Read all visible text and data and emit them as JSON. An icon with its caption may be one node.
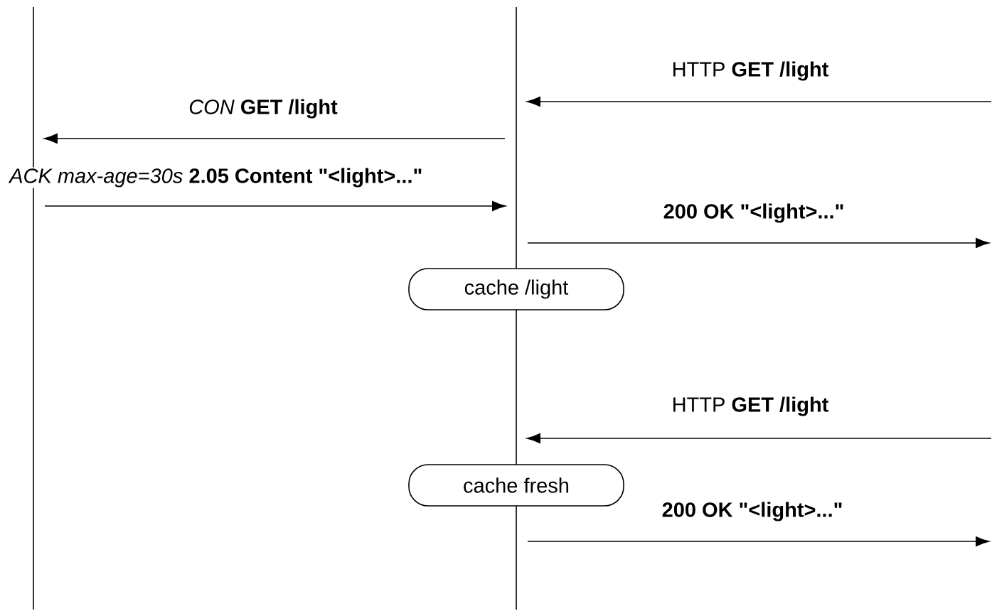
{
  "diagram": {
    "nodes": [
      {
        "text": [],
        "shape": "bar"
      },
      {
        "text": [],
        "shape": "bar"
      },
      {
        "text": [
          "cache /light"
        ]
      },
      {
        "text": [],
        "shape": "bar"
      },
      {
        "text": [
          "cache fresh"
        ]
      },
      {
        "text": [],
        "shape": "bar"
      }
    ],
    "edges": [
      {
        "from": null,
        "to": 1,
        "arrow": "to",
        "label": "HTTP **GET /light**"
      },
      {
        "from": 1,
        "to": 0,
        "arrow": "to",
        "label": "*CON* **GET /light**"
      },
      {
        "from": 0,
        "to": 1,
        "arrow": "to",
        "label": "*ACK max-age=30s*  **2.05 Content \"<light>...\"**"
      },
      {
        "from": 1,
        "to": null,
        "arrow": "to",
        "label": "**200 OK \"<light>...\"**"
      },
      {
        "from": null,
        "to": 3,
        "arrow": "to",
        "label": "HTTP **GET /light**"
      },
      {
        "from": 5,
        "to": null,
        "arrow": "to",
        "label": "**200 OK \"<light>...\"**"
      }
    ]
  }
}
